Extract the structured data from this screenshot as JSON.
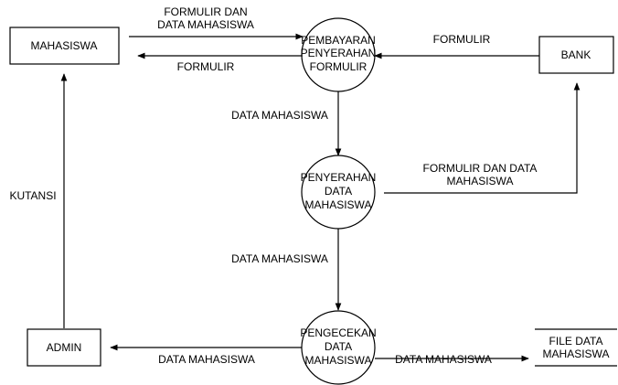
{
  "entities": {
    "mahasiswa": "MAHASISWA",
    "bank": "BANK",
    "admin": "ADMIN"
  },
  "processes": {
    "p1": [
      "PEMBAYARAN",
      "PENYERAHAN",
      "FORMULIR"
    ],
    "p2": [
      "PENYERAHAN",
      "DATA",
      "MAHASISWA"
    ],
    "p3": [
      "PENGECEKAN",
      "DATA",
      "MAHASISWA"
    ]
  },
  "datastore": {
    "file": [
      "FILE DATA",
      "MAHASISWA"
    ]
  },
  "flows": {
    "mhs_to_p1": [
      "FORMULIR DAN",
      "DATA MAHASISWA"
    ],
    "p1_to_mhs": "FORMULIR",
    "bank_to_p1": "FORMULIR",
    "p1_to_p2": "DATA MAHASISWA",
    "p2_to_bank": [
      "FORMULIR DAN DATA",
      "MAHASISWA"
    ],
    "p2_to_p3": "DATA MAHASISWA",
    "admin_to_mhs": "KUTANSI",
    "p3_to_admin": "DATA MAHASISWA",
    "p3_to_file": "DATA MAHASISWA"
  },
  "colors": {
    "line": "#000000",
    "fill": "#ffffff"
  }
}
